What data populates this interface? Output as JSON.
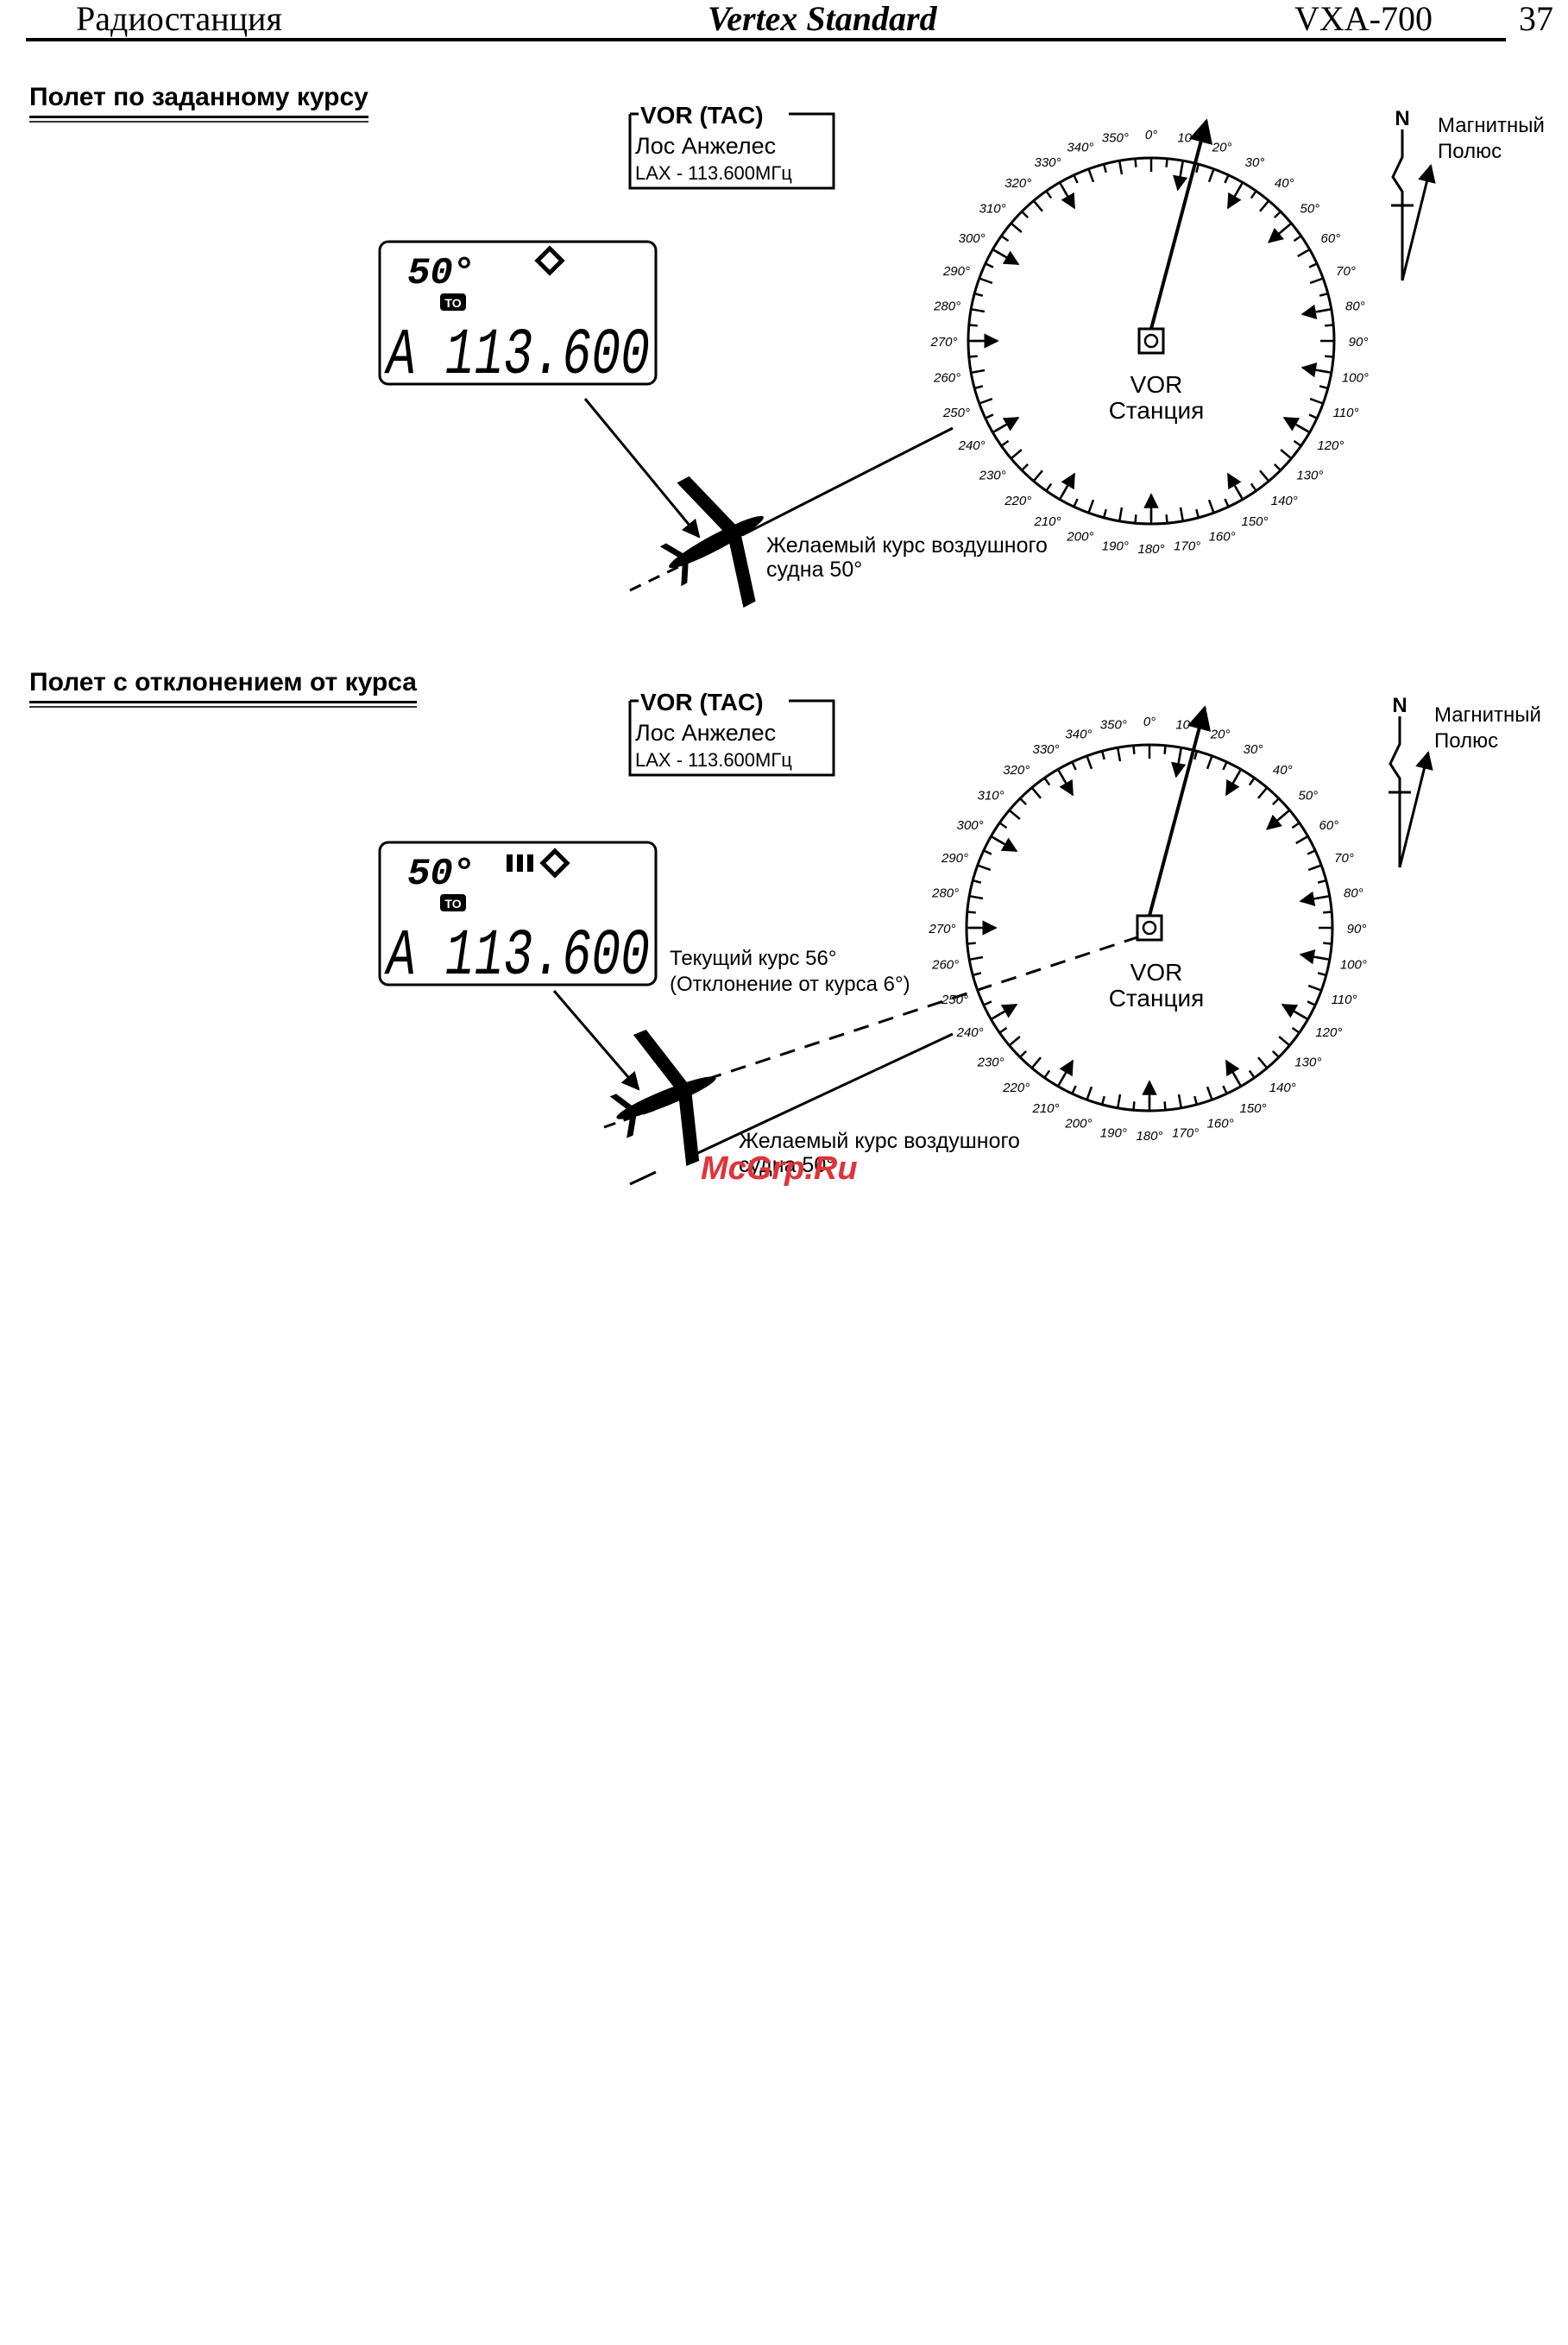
{
  "header": {
    "left": "Радиостанция",
    "center": "Vertex Standard",
    "model": "VXA-700",
    "page_number": "37"
  },
  "section1": {
    "title": "Полет по заданному курсу",
    "station_box": {
      "type": "VOR (TAC)",
      "city": "Лос Анжелес",
      "freq": "LAX - 113.600МГц"
    },
    "lcd": {
      "course": "50°",
      "to_flag": "TO",
      "main": "A  113.600"
    },
    "station_label": [
      "VOR",
      "Станция"
    ],
    "desired_course": [
      "Желаемый курс воздушного",
      "судна 50°"
    ],
    "north": {
      "letter": "N",
      "label": [
        "Магнитный",
        "Полюс"
      ]
    }
  },
  "section2": {
    "title": "Полет с отклонением от курса",
    "station_box": {
      "type": "VOR (TAC)",
      "city": "Лос Анжелес",
      "freq": "LAX - 113.600МГц"
    },
    "lcd": {
      "course": "50°",
      "to_flag": "TO",
      "main": "A  113.600"
    },
    "station_label": [
      "VOR",
      "Станция"
    ],
    "current_course": [
      "Текущий курс 56°",
      "(Отклонение от курса 6°)"
    ],
    "desired_course": [
      "Желаемый курс воздушного",
      "судна 50°"
    ],
    "north": {
      "letter": "N",
      "label": [
        "Магнитный",
        "Полюс"
      ]
    }
  },
  "compass_degrees": [
    0,
    10,
    20,
    30,
    40,
    50,
    60,
    70,
    80,
    90,
    100,
    110,
    120,
    130,
    140,
    150,
    160,
    170,
    180,
    190,
    200,
    210,
    220,
    230,
    240,
    250,
    260,
    270,
    280,
    290,
    300,
    310,
    320,
    330,
    340,
    350
  ],
  "degree_suffix": "°",
  "watermark": "McGrp.Ru"
}
